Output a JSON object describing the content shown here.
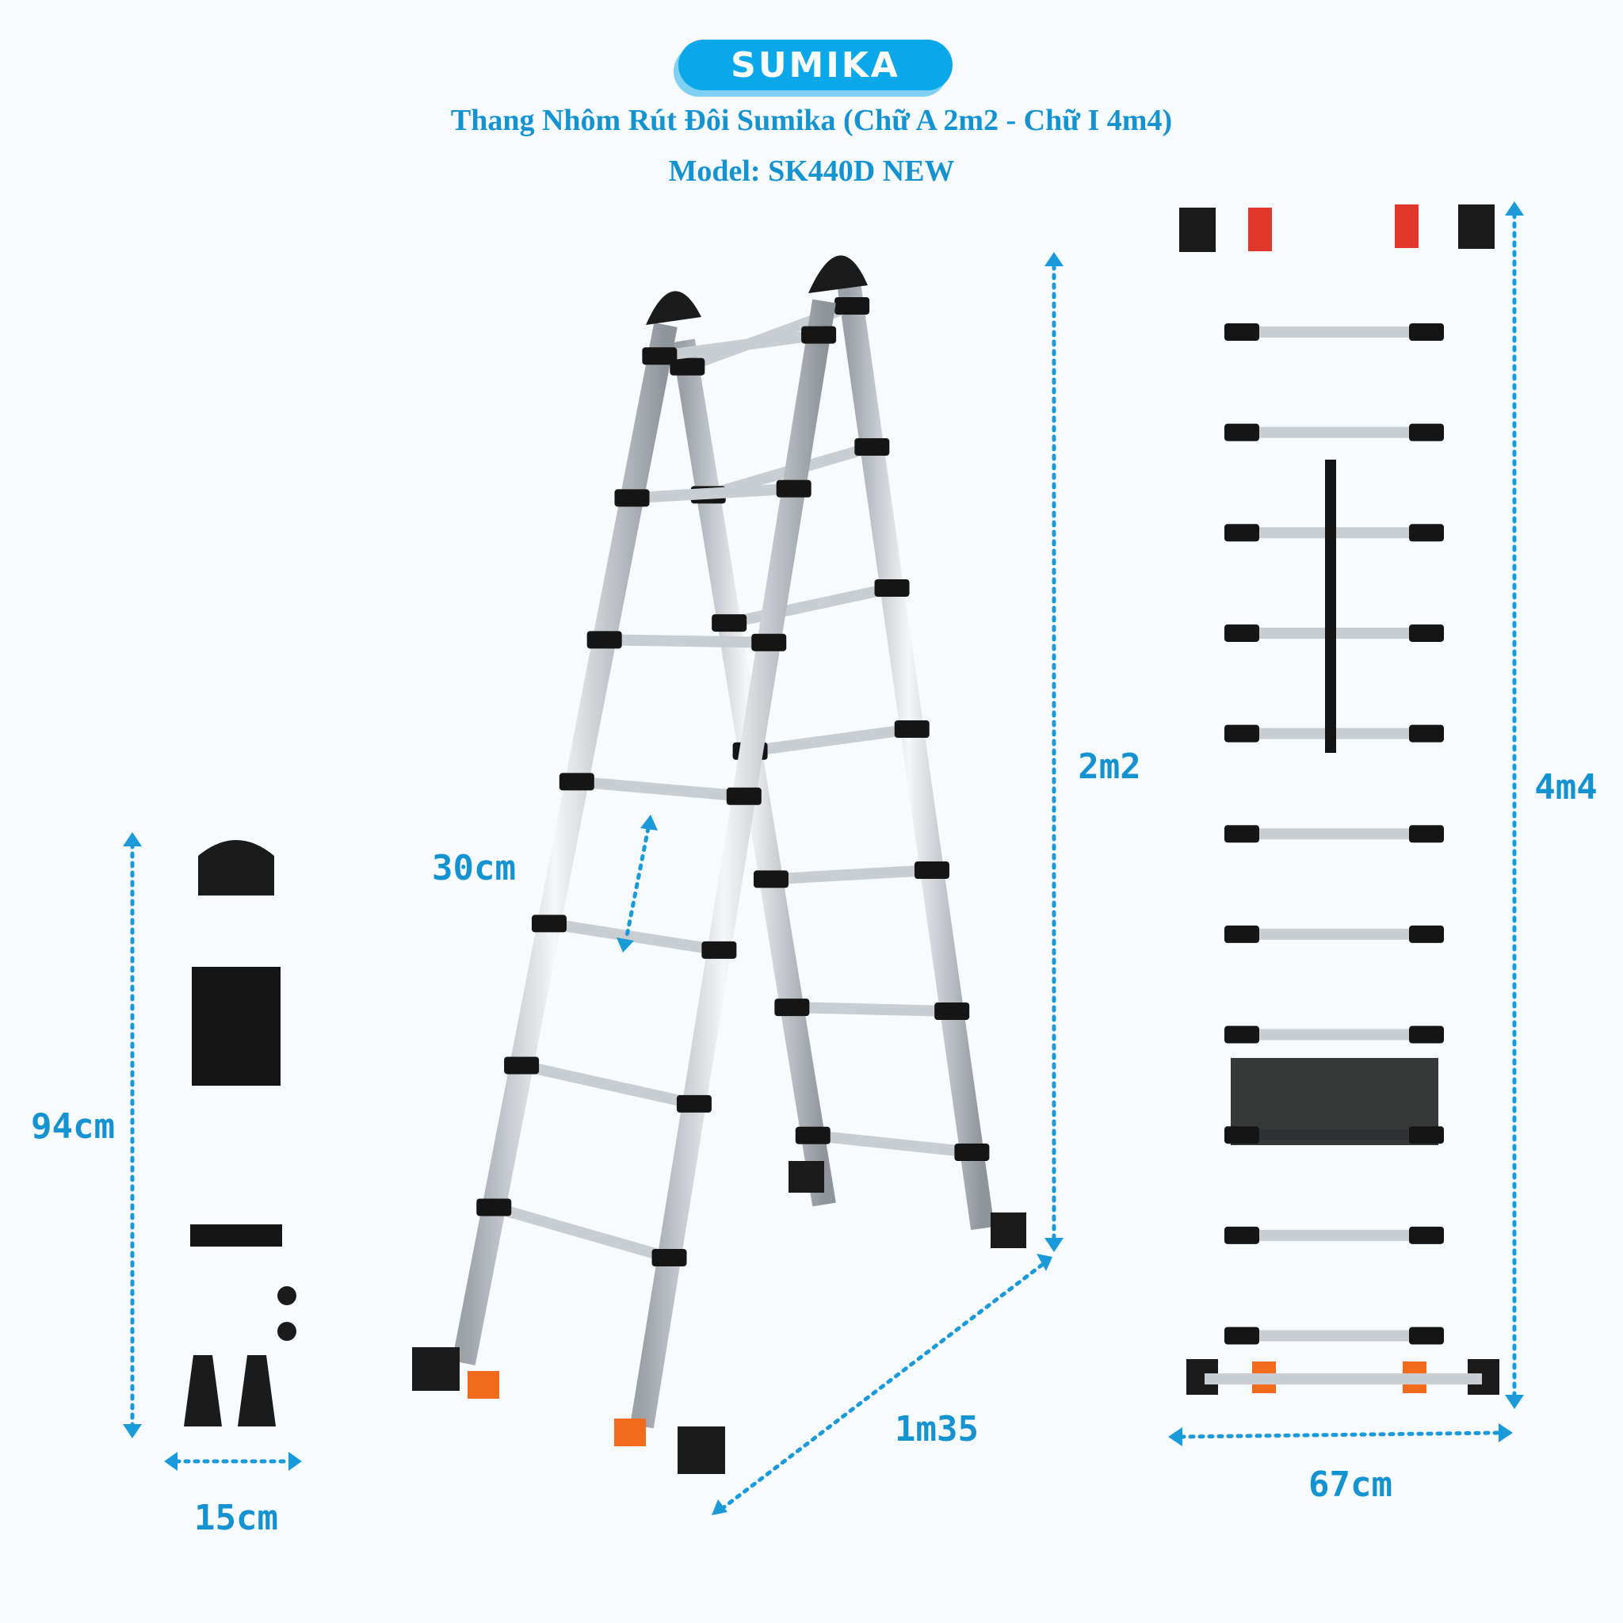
{
  "brand": {
    "logo_text": "SUMIKA",
    "color": "#0aa8e8"
  },
  "header": {
    "title": "Thang Nhôm Rút Đôi Sumika (Chữ A 2m2 - Chữ I 4m4)",
    "model": "Model: SK440D NEW"
  },
  "dimensions": {
    "folded_height": "94cm",
    "folded_width": "15cm",
    "rung_spacing": "30cm",
    "a_frame_height": "2m2",
    "a_frame_base": "1m35",
    "straight_height": "4m4",
    "straight_width": "67cm"
  },
  "colors": {
    "text": "#1593d1",
    "arrow": "#1a9ad8",
    "accent": "#f26b1d"
  }
}
